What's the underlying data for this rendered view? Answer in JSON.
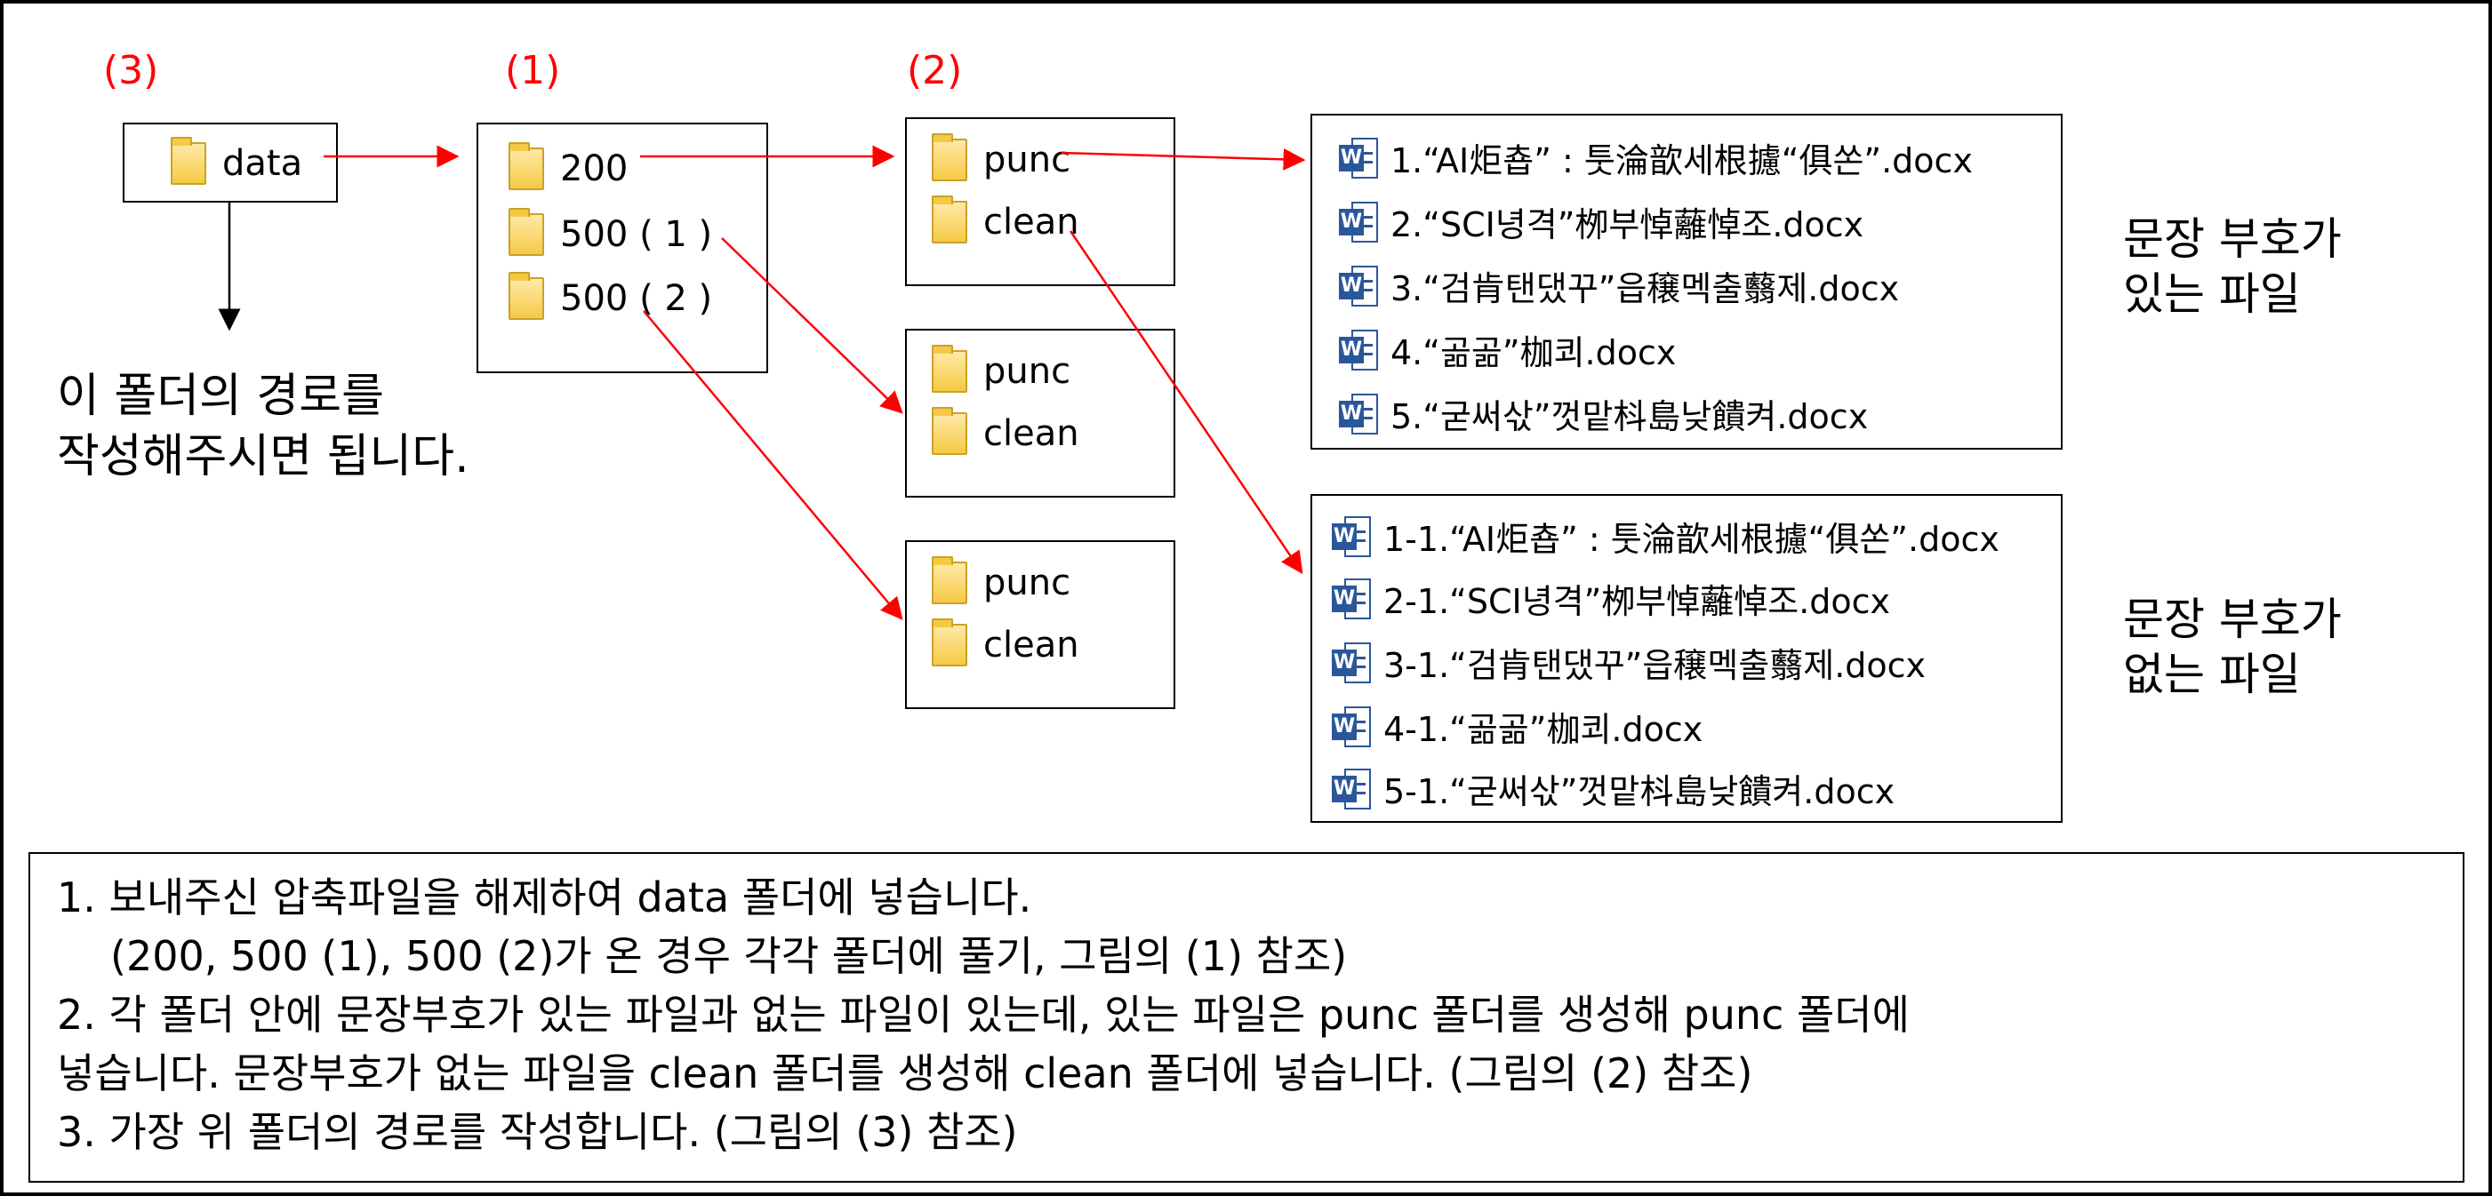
{
  "stage_labels": {
    "data_folder": "(3)",
    "number_folders": "(1)",
    "punc_clean_folders": "(2)"
  },
  "root_folder": {
    "name": "data"
  },
  "number_folders": [
    "200",
    "500 ( 1 )",
    "500 ( 2 )"
  ],
  "sub_folders": {
    "punc": "punc",
    "clean": "clean"
  },
  "path_note": [
    "이 폴더의 경로를",
    "작성해주시면 됩니다."
  ],
  "punc_files": [
    "1.“AI炬춉” : 툿淪歆세根攄“俱쏜”.docx",
    "2.“SCI녕격”栁부悼蘺悼조.docx",
    "3.“검肯탠댔꾸”읍穣멕출蘙제.docx",
    "4.“곪곪”枷쾨.docx",
    "5.“굳써삯”껏맡枓島낮饋켜.docx"
  ],
  "clean_files": [
    "1-1.“AI炬춉” : 툿淪歆세根攄“俱쏜”.docx",
    "2-1.“SCI녕격”栁부悼蘺悼조.docx",
    "3-1.“검肯탠댔꾸”읍穣멕출蘙제.docx",
    "4-1.“곪곪”枷쾨.docx",
    "5-1.“굳써삯”껏맡枓島낮饋켜.docx"
  ],
  "punc_note": [
    "문장 부호가",
    "있는 파일"
  ],
  "clean_note": [
    "문장 부호가",
    "없는 파일"
  ],
  "instructions": {
    "line1": "1.  보내주신 압축파일을 해제하여 data 폴더에 넣습니다.",
    "line2": "(200, 500 (1), 500 (2)가 온 경우 각각 폴더에 풀기, 그림의 (1) 참조)",
    "line3": "2. 각 폴더 안에 문장부호가 있는 파일과 없는 파일이 있는데, 있는 파일은 punc 폴더를 생성해 punc 폴더에",
    "line4": "넣습니다. 문장부호가 없는 파일을 clean 폴더를 생성해 clean 폴더에 넣습니다. (그림의 (2) 참조)",
    "line5": "3. 가장 위 폴더의 경로를 작성합니다. (그림의 (3) 참조)"
  },
  "icons": {
    "folder": "folder-icon",
    "word": "word-doc-icon",
    "word_letter": "W"
  },
  "colors": {
    "arrow": "#ff0000",
    "stage_label": "#ff0000",
    "folder": "#f6c945",
    "word": "#2b579a"
  }
}
